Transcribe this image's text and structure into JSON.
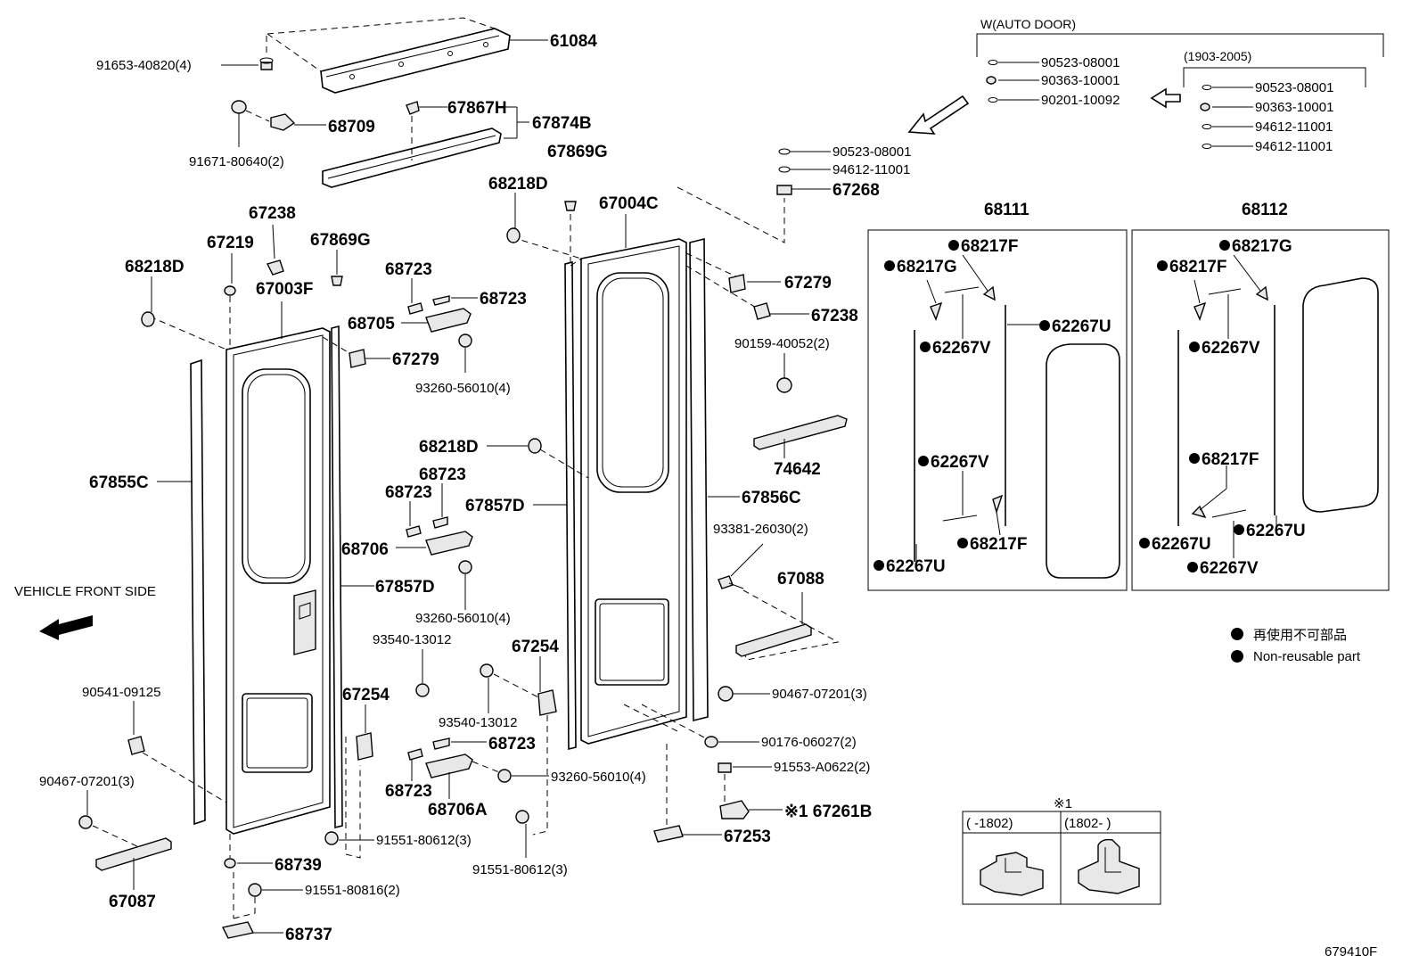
{
  "diagram": {
    "figure_code": "679410F",
    "vehicle_front_label": "VEHICLE FRONT SIDE",
    "auto_door": {
      "title": "W(AUTO DOOR)",
      "parts": [
        "90523-08001",
        "90363-10001",
        "90201-10092"
      ],
      "range_label": "(1903-2005)",
      "range_parts": [
        "90523-08001",
        "90363-10001",
        "94612-11001",
        "94612-11001"
      ]
    },
    "panel_68111": {
      "title": "68111",
      "labels": [
        "68217F",
        "68217G",
        "62267V",
        "62267U",
        "62267V",
        "68217F",
        "62267U"
      ]
    },
    "panel_68112": {
      "title": "68112",
      "labels": [
        "68217G",
        "68217F",
        "62267V",
        "68217F",
        "62267U",
        "62267U",
        "62267V"
      ]
    },
    "legend": {
      "jp": "再使用不可部品",
      "en": "Non-reusable part"
    },
    "note": {
      "mark": "※1",
      "col1": "(    -1802)",
      "col2": "(1802-    )"
    },
    "parts": {
      "p61084": "61084",
      "p91653": "91653-40820(4)",
      "p68709": "68709",
      "p91671": "91671-80640(2)",
      "p67867H": "67867H",
      "p67874B": "67874B",
      "p67869G_a": "67869G",
      "p68218D_a": "68218D",
      "p67004C": "67004C",
      "p67238_a": "67238",
      "p67219": "67219",
      "p67869G_b": "67869G",
      "p68218D_b": "68218D",
      "p67003F": "67003F",
      "p68723_a": "68723",
      "p68723_b": "68723",
      "p68705": "68705",
      "p67279_a": "67279",
      "p93260_a": "93260-56010(4)",
      "p90523_m": "90523-08001",
      "p94612_m": "94612-11001",
      "p67268": "67268",
      "p67279_b": "67279",
      "p67238_b": "67238",
      "p90159": "90159-40052(2)",
      "p74642": "74642",
      "p67855C": "67855C",
      "p68218D_c": "68218D",
      "p68723_c": "68723",
      "p68723_d": "68723",
      "p67857D_a": "67857D",
      "p68706": "68706",
      "p67856C": "67856C",
      "p93381": "93381-26030(2)",
      "p67857D_b": "67857D",
      "p93260_b": "93260-56010(4)",
      "p67088": "67088",
      "p93540_a": "93540-13012",
      "p67254_a": "67254",
      "p90541": "90541-09125",
      "p67254_b": "67254",
      "p93540_b": "93540-13012",
      "p90467_a": "90467-07201(3)",
      "p68723_e": "68723",
      "p90176": "90176-06027(2)",
      "p93260_c": "93260-56010(4)",
      "p90467_b": "90467-07201(3)",
      "p91553": "91553-A0622(2)",
      "p68723_f": "68723",
      "p68706A": "68706A",
      "p67261B": "※1 67261B",
      "p67253": "67253",
      "p91551_a": "91551-80612(3)",
      "p68739": "68739",
      "p91551_b": "91551-80612(3)",
      "p91551_c": "91551-80816(2)",
      "p67087": "67087",
      "p68737": "68737"
    }
  }
}
